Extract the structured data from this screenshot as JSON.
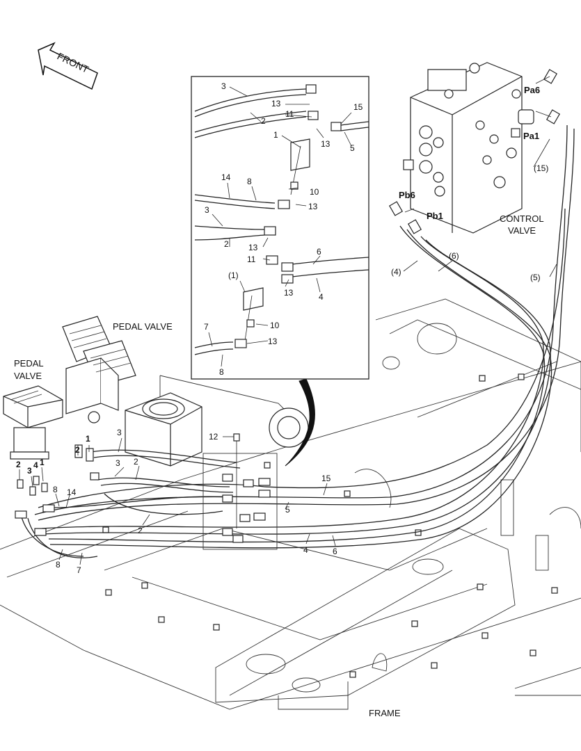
{
  "front_marker": {
    "text": "FRONT"
  },
  "component_labels": {
    "pedal_valve_main": "PEDAL VALVE",
    "pedal_valve_left_line1": "PEDAL",
    "pedal_valve_left_line2": "VALVE",
    "control_valve_line1": "CONTROL",
    "control_valve_line2": "VALVE",
    "frame": "FRAME"
  },
  "port_labels": {
    "pa6": "Pa6",
    "pa1": "Pa1",
    "pb6": "Pb6",
    "pb1": "Pb1"
  },
  "detail_callouts": {
    "c3_top": "3",
    "c2_top": "2",
    "c13_a": "13",
    "c11_a": "11",
    "c15": "15",
    "c1": "1",
    "c13_b": "13",
    "c5": "5",
    "c14": "14",
    "c8_top": "8",
    "c10_a": "10",
    "c13_c": "13",
    "c3_mid": "3",
    "c2_mid": "2",
    "c13_d": "13",
    "c11_b": "11",
    "c6": "6",
    "c1_paren": "(1)",
    "c13_e": "13",
    "c4": "4",
    "c7": "7",
    "c10_b": "10",
    "c13_f": "13",
    "c8_bot": "8"
  },
  "main_callouts": {
    "c15_paren": "(15)",
    "c6_paren": "(6)",
    "c4_paren": "(4)",
    "c5_paren": "(5)",
    "c12": "12",
    "c3_a": "3",
    "c3_b": "3",
    "c2_a": "2",
    "c2_b": "2",
    "c15": "15",
    "c5": "5",
    "c4": "4",
    "c6": "6",
    "port2": "2",
    "port1": "1",
    "port3": "3",
    "port4": "4",
    "port1b": "1",
    "c8_a": "8",
    "c14": "14",
    "c8_b": "8",
    "c7": "7"
  }
}
